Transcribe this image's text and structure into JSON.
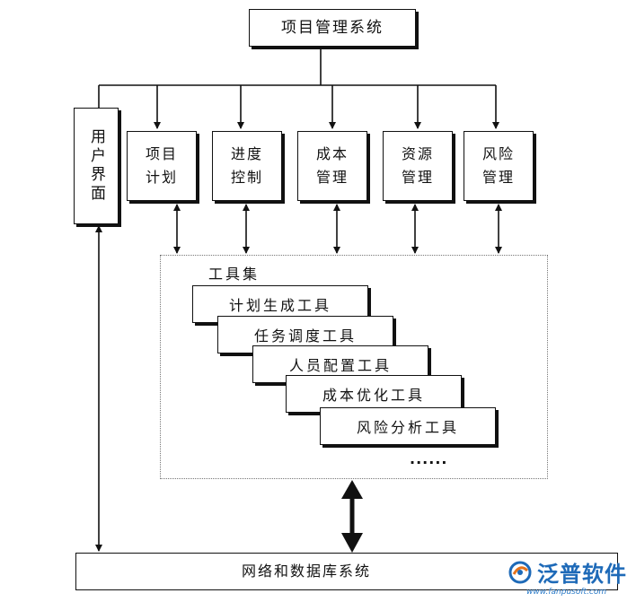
{
  "diagram": {
    "title": "项目管理系统",
    "user_interface": "用户界面",
    "modules": [
      "项目\n计划",
      "进度\n控制",
      "成本\n管理",
      "资源\n管理",
      "风险\n管理"
    ],
    "toolset": {
      "title": "工具集",
      "tools": [
        "计划生成工具",
        "任务调度工具",
        "人员配置工具",
        "成本优化工具",
        "风险分析工具"
      ],
      "ellipsis": "······"
    },
    "database": "网络和数据库系统"
  },
  "watermark": {
    "brand": "泛普软件",
    "url": "www.fanpusoft.com"
  }
}
